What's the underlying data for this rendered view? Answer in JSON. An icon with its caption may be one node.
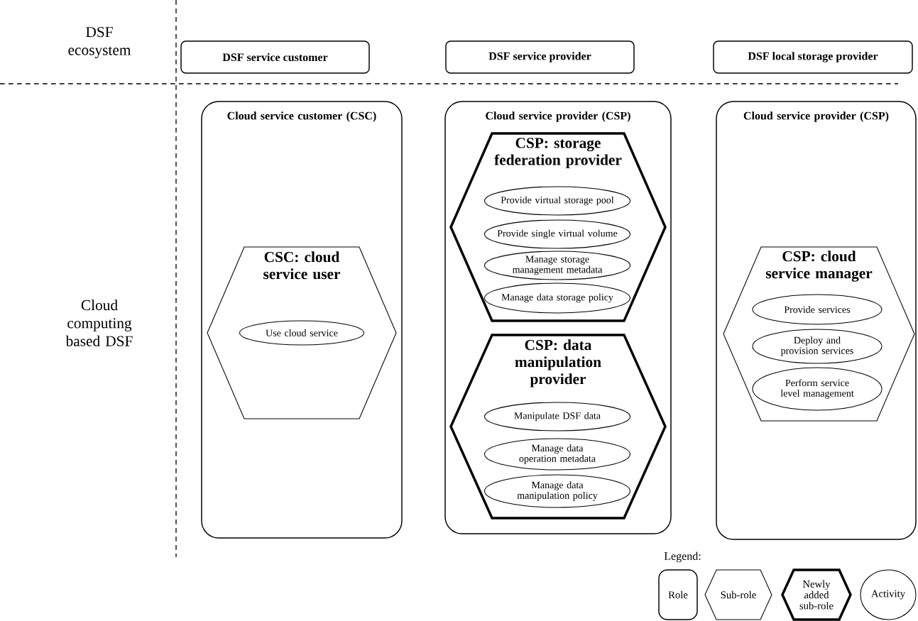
{
  "diagram": {
    "nodes": [
      {
        "text": [
          "DSF service customer"
        ]
      },
      {
        "text": [
          "DSF service provider"
        ]
      },
      {
        "text": [
          "DSF local storage provider"
        ]
      },
      {
        "text": [
          "Cloud service customer (CSC)"
        ]
      },
      {
        "text": [
          "CSC: cloud service user"
        ],
        "in": 3
      },
      {
        "text": [
          "Use cloud service"
        ],
        "in": 4
      },
      {
        "text": [
          "Cloud service provider (CSP)"
        ]
      },
      {
        "text": [
          "CSP: storage federation provider"
        ],
        "in": 6
      },
      {
        "text": [
          "Provide virtual storage pool"
        ],
        "in": 7
      },
      {
        "text": [
          "Provide single virtual volume"
        ],
        "in": 7
      },
      {
        "text": [
          "Manage storage management metadata"
        ],
        "in": 7
      },
      {
        "text": [
          "Manage data storage policy"
        ],
        "in": 7
      },
      {
        "text": [
          "CSP: data manipulation provider"
        ],
        "in": 6
      },
      {
        "text": [
          "Manipulate DSF data"
        ],
        "in": 12
      },
      {
        "text": [
          "Manage data operation metadata"
        ],
        "in": 12
      },
      {
        "text": [
          "Manage data manipulation policy"
        ],
        "in": 12
      },
      {
        "text": [
          "Cloud service provider (CSP)"
        ]
      },
      {
        "text": [
          "CSP: cloud service manager"
        ],
        "in": 16
      },
      {
        "text": [
          "Provide services"
        ],
        "in": 17
      },
      {
        "text": [
          "Deploy and provision services"
        ],
        "in": 17
      },
      {
        "text": [
          "Perform service level management"
        ],
        "in": 17
      }
    ],
    "labels": [
      "DSF ecosystem",
      "Cloud computing based DSF",
      "Legend:"
    ],
    "legend": [
      {
        "text": "Role"
      },
      {
        "text": "Sub-role"
      },
      {
        "text": "Newly added sub-role"
      },
      {
        "text": "Activity"
      }
    ]
  }
}
